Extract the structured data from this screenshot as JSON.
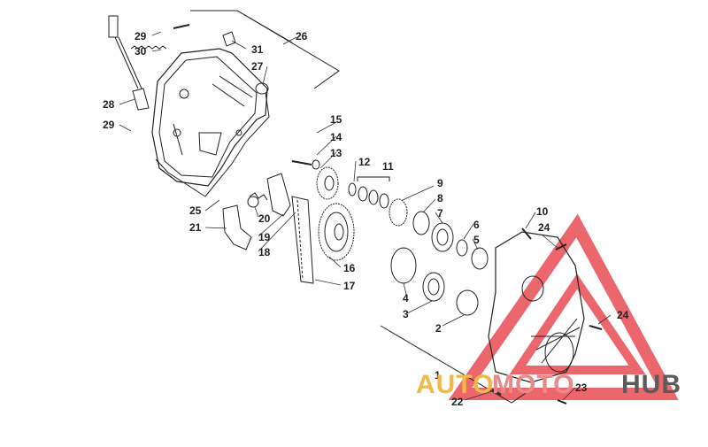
{
  "diagram": {
    "callouts": [
      {
        "id": "c1",
        "text": "1"
      },
      {
        "id": "c2",
        "text": "2"
      },
      {
        "id": "c3",
        "text": "3"
      },
      {
        "id": "c4",
        "text": "4"
      },
      {
        "id": "c5",
        "text": "5"
      },
      {
        "id": "c6",
        "text": "6"
      },
      {
        "id": "c7",
        "text": "7"
      },
      {
        "id": "c8",
        "text": "8"
      },
      {
        "id": "c9",
        "text": "9"
      },
      {
        "id": "c10",
        "text": "10"
      },
      {
        "id": "c11",
        "text": "11"
      },
      {
        "id": "c12",
        "text": "12"
      },
      {
        "id": "c13",
        "text": "13"
      },
      {
        "id": "c14",
        "text": "14"
      },
      {
        "id": "c15",
        "text": "15"
      },
      {
        "id": "c16",
        "text": "16"
      },
      {
        "id": "c17",
        "text": "17"
      },
      {
        "id": "c18",
        "text": "18"
      },
      {
        "id": "c19",
        "text": "19"
      },
      {
        "id": "c20",
        "text": "20"
      },
      {
        "id": "c21",
        "text": "21"
      },
      {
        "id": "c22",
        "text": "22"
      },
      {
        "id": "c23",
        "text": "23"
      },
      {
        "id": "c24a",
        "text": "24"
      },
      {
        "id": "c24b",
        "text": "24"
      },
      {
        "id": "c25",
        "text": "25"
      },
      {
        "id": "c26",
        "text": "26"
      },
      {
        "id": "c27",
        "text": "27"
      },
      {
        "id": "c28",
        "text": "28"
      },
      {
        "id": "c29a",
        "text": "29"
      },
      {
        "id": "c29b",
        "text": "29"
      },
      {
        "id": "c30",
        "text": "30"
      },
      {
        "id": "c31",
        "text": "31"
      }
    ]
  },
  "watermark": {
    "auto": "AUTO",
    "moto": "MOTO",
    "hub": "HUB",
    "colors": {
      "auto": "#f2b84a",
      "moto": "#e98a8a",
      "hub": "#5b5b5b",
      "triangle": "#e8404a"
    }
  }
}
